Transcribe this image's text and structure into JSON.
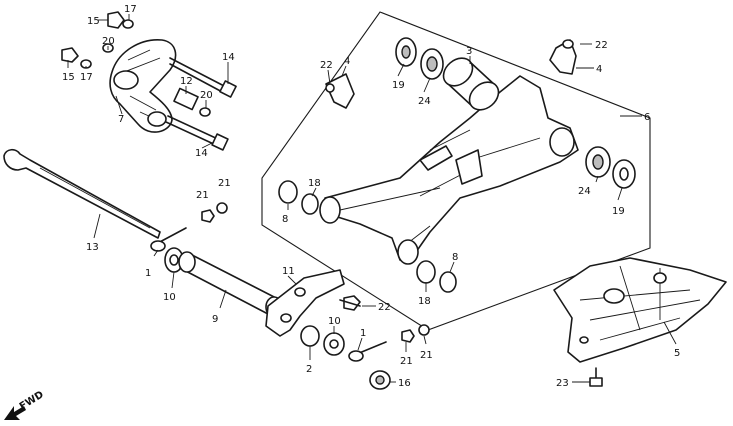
{
  "diagram": {
    "labels": {
      "l15a": "15",
      "l17a": "17",
      "l20a": "20",
      "l15b": "15",
      "l17b": "17",
      "l7a": "7",
      "l12": "12",
      "l20b": "20",
      "l14a": "14",
      "l14b": "14",
      "l22a": "22",
      "l4a": "4",
      "l19a": "19",
      "l24a": "24",
      "l3": "3",
      "l22b": "22",
      "l4b": "4",
      "l6": "6",
      "l18a": "18",
      "l8a": "8",
      "l24b": "24",
      "l19b": "19",
      "l21a": "21",
      "l21b": "21",
      "l13": "13",
      "l1a": "1",
      "l10a": "10",
      "l11": "11",
      "l9": "9",
      "l22c": "22",
      "l8b": "8",
      "l18b": "18",
      "l2": "2",
      "l10b": "10",
      "l1b": "1",
      "l21c": "21",
      "l21d": "21",
      "l16": "16",
      "l5": "5",
      "l23": "23"
    },
    "fwd_label": "FWD"
  }
}
